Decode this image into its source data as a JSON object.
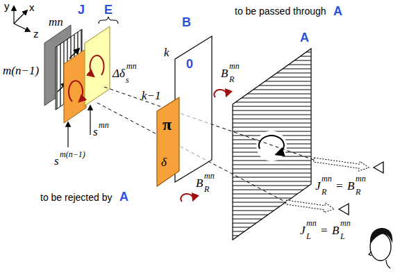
{
  "diagram": {
    "nodes": [
      {
        "text": [
          "B",
          "0"
        ]
      },
      {
        "text": [
          "π",
          "δ"
        ]
      }
    ],
    "labels": [
      "to be passed through",
      "A",
      "y",
      "x",
      "z",
      "J",
      "E",
      "mn",
      "m(n−1)",
      "Δδ",
      "s",
      "mn",
      "s",
      "mn",
      "s",
      "m(n−1)",
      "k",
      "k−1",
      "A",
      "B",
      "R",
      "mn",
      "B",
      "R",
      "mn",
      "J",
      "R",
      "mn",
      "=",
      "B",
      "R",
      "mn",
      "J",
      "L",
      "mn",
      "=",
      "B",
      "L",
      "mn",
      "to be rejected by",
      "A"
    ]
  }
}
